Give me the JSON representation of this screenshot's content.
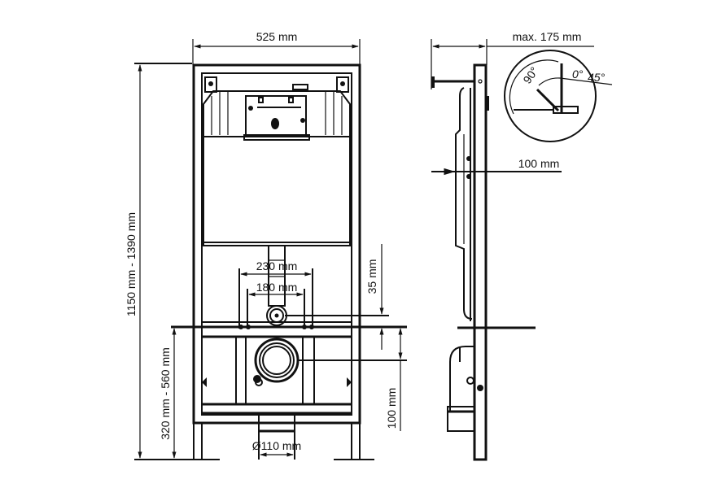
{
  "diagram": {
    "type": "technical-drawing",
    "subject": "wall-hung WC installation frame",
    "front_view": {
      "width_label": "525 mm",
      "height_label": "1150 mm - 1390 mm",
      "outlet_height_label": "320 mm - 560 mm",
      "mount_spacing_outer_label": "230 mm",
      "mount_spacing_inner_label": "180 mm",
      "supply_offset_label": "35 mm",
      "outlet_offset_label": "100 mm",
      "drain_diameter_label": "Ø110 mm"
    },
    "side_view": {
      "max_depth_label": "max. 175 mm",
      "frame_depth_label": "100 mm",
      "angle_detail": {
        "angle_90_label": "90°",
        "angle_0_label": "0°",
        "angle_45_label": "45°"
      }
    },
    "colors": {
      "line": "#111111",
      "background": "#ffffff"
    }
  }
}
